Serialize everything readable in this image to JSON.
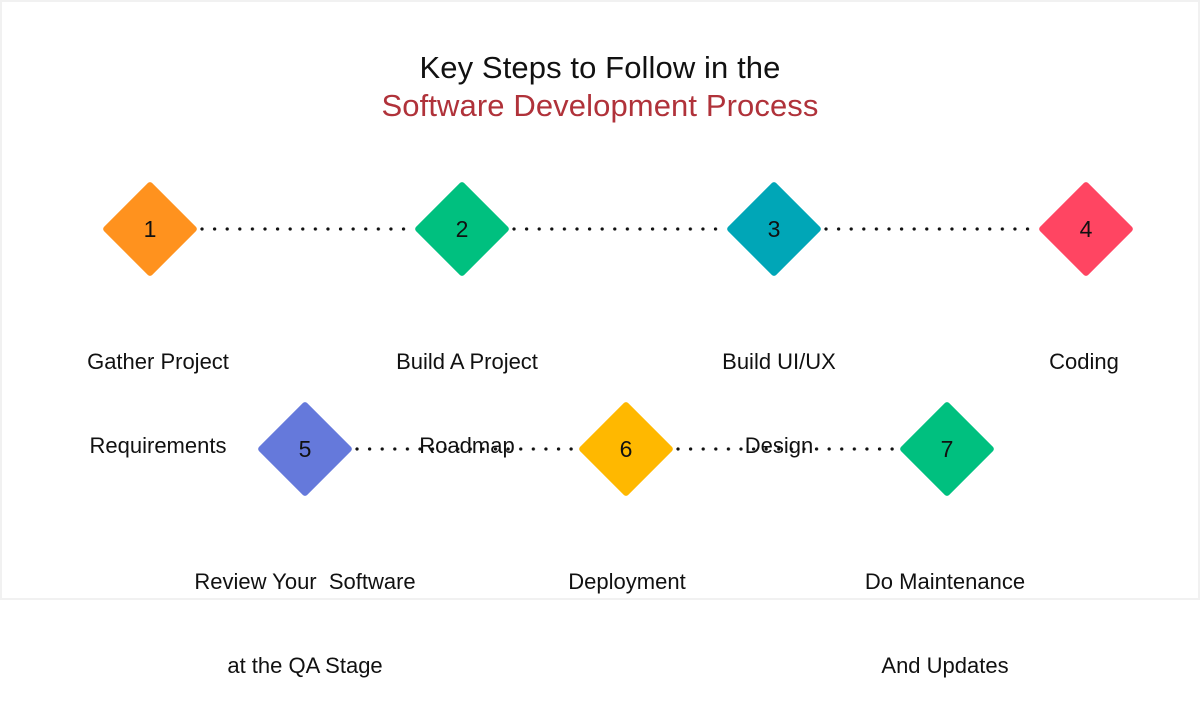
{
  "title": {
    "line1": "Key Steps to Follow in the",
    "line2": "Software Development Process",
    "line2_color": "#B0323A"
  },
  "steps": [
    {
      "number": "1",
      "label_line1": "Gather Project",
      "label_line2": "Requirements",
      "color": "#FF921E"
    },
    {
      "number": "2",
      "label_line1": "Build A Project",
      "label_line2": "Roadmap",
      "color": "#00C07F"
    },
    {
      "number": "3",
      "label_line1": "Build UI/UX",
      "label_line2": "Design",
      "color": "#00A6B7"
    },
    {
      "number": "4",
      "label_line1": "Coding",
      "label_line2": "",
      "color": "#FF4562"
    },
    {
      "number": "5",
      "label_line1": "Review Your  Software",
      "label_line2": "at the QA Stage",
      "color": "#6579DB"
    },
    {
      "number": "6",
      "label_line1": "Deployment",
      "label_line2": "",
      "color": "#FFB800"
    },
    {
      "number": "7",
      "label_line1": "Do Maintenance",
      "label_line2": "And Updates",
      "color": "#00C07F"
    }
  ],
  "connector_color": "#111111",
  "background_color": "#FFFFFF"
}
